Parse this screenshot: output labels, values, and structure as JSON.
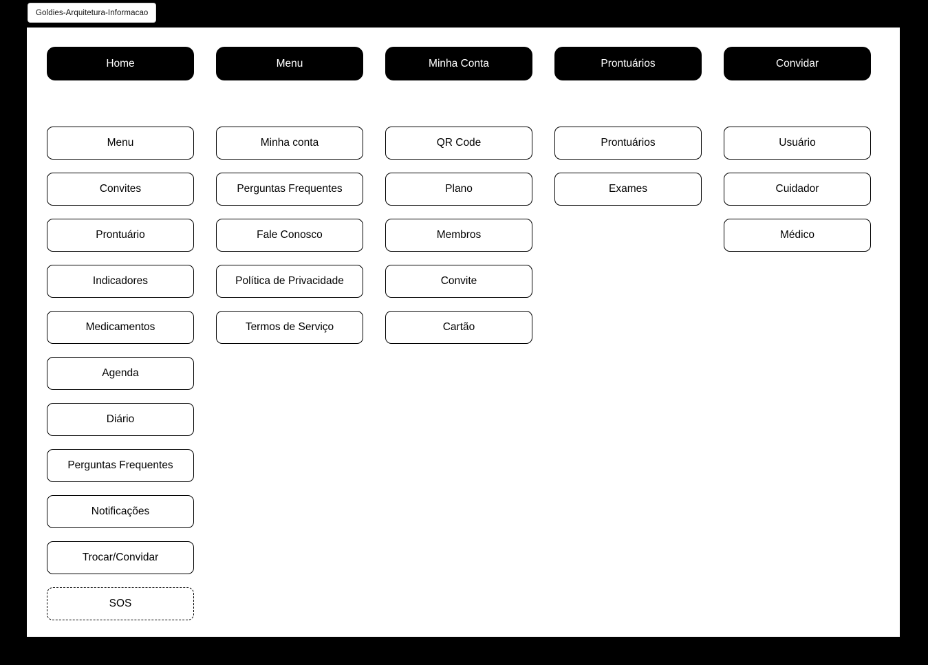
{
  "window": {
    "tab_title": "Goldies-Arquitetura-Informacao"
  },
  "colors": {
    "app_background": "#000000",
    "canvas_background": "#ffffff",
    "header_node_fill": "#000000",
    "header_node_text": "#ffffff",
    "node_fill": "#ffffff",
    "node_border": "#000000",
    "node_text": "#000000"
  },
  "diagram": {
    "columns": [
      {
        "header": "Home",
        "items": [
          {
            "label": "Menu",
            "border": "solid"
          },
          {
            "label": "Convites",
            "border": "solid"
          },
          {
            "label": "Prontuário",
            "border": "solid"
          },
          {
            "label": "Indicadores",
            "border": "solid"
          },
          {
            "label": "Medicamentos",
            "border": "solid"
          },
          {
            "label": "Agenda",
            "border": "solid"
          },
          {
            "label": "Diário",
            "border": "solid"
          },
          {
            "label": "Perguntas Frequentes",
            "border": "solid"
          },
          {
            "label": "Notificações",
            "border": "solid"
          },
          {
            "label": "Trocar/Convidar",
            "border": "solid"
          },
          {
            "label": "SOS",
            "border": "dashed"
          }
        ]
      },
      {
        "header": "Menu",
        "items": [
          {
            "label": "Minha conta",
            "border": "solid"
          },
          {
            "label": "Perguntas Frequentes",
            "border": "solid"
          },
          {
            "label": "Fale Conosco",
            "border": "solid"
          },
          {
            "label": "Política de Privacidade",
            "border": "solid"
          },
          {
            "label": "Termos de Serviço",
            "border": "solid"
          }
        ]
      },
      {
        "header": "Minha Conta",
        "items": [
          {
            "label": "QR Code",
            "border": "solid"
          },
          {
            "label": "Plano",
            "border": "solid"
          },
          {
            "label": "Membros",
            "border": "solid"
          },
          {
            "label": "Convite",
            "border": "solid"
          },
          {
            "label": "Cartão",
            "border": "solid"
          }
        ]
      },
      {
        "header": "Prontuários",
        "items": [
          {
            "label": "Prontuários",
            "border": "solid"
          },
          {
            "label": "Exames",
            "border": "solid"
          }
        ]
      },
      {
        "header": "Convidar",
        "items": [
          {
            "label": "Usuário",
            "border": "solid"
          },
          {
            "label": "Cuidador",
            "border": "solid"
          },
          {
            "label": "Médico",
            "border": "solid"
          }
        ]
      }
    ]
  }
}
